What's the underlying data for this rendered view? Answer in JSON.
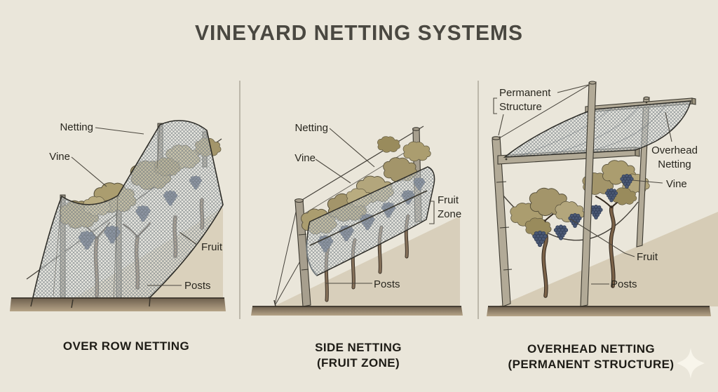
{
  "title": "VINEYARD NETTING SYSTEMS",
  "panels": [
    {
      "name": "over-row-netting",
      "caption_line1": "OVER ROW NETTING",
      "caption_line2": "",
      "labels": {
        "netting": "Netting",
        "vine": "Vine",
        "fruit": "Fruit",
        "posts": "Posts"
      }
    },
    {
      "name": "side-netting",
      "caption_line1": "SIDE NETTING",
      "caption_line2": "(FRUIT ZONE)",
      "labels": {
        "netting": "Netting",
        "vine": "Vine",
        "fruit_zone_line1": "Fruit",
        "fruit_zone_line2": "Zone",
        "posts": "Posts"
      }
    },
    {
      "name": "overhead-netting",
      "caption_line1": "OVERHEAD NETTING",
      "caption_line2": "(PERMANENT STRUCTURE)",
      "labels": {
        "permanent_line1": "Permanent",
        "permanent_line2": "Structure",
        "overhead_line1": "Overhead",
        "overhead_line2": "Netting",
        "vine": "Vine",
        "fruit": "Fruit",
        "posts": "Posts"
      }
    }
  ],
  "colors": {
    "background": "#eae6da",
    "title_ink": "#4a4841",
    "label_ink": "#29271f",
    "net_mesh": "#6d767c",
    "net_outline": "#2e2d28",
    "foliage_olive": "#a89a6c",
    "grape_blue": "#4a5874",
    "post_gray": "#a9a190",
    "trunk_brown": "#7c6349",
    "ground_dark": "#6e604e",
    "ground_tan": "#d8cfbb",
    "divider_gray": "#bcb7aa",
    "sparkle_white": "#f9f6ec"
  }
}
